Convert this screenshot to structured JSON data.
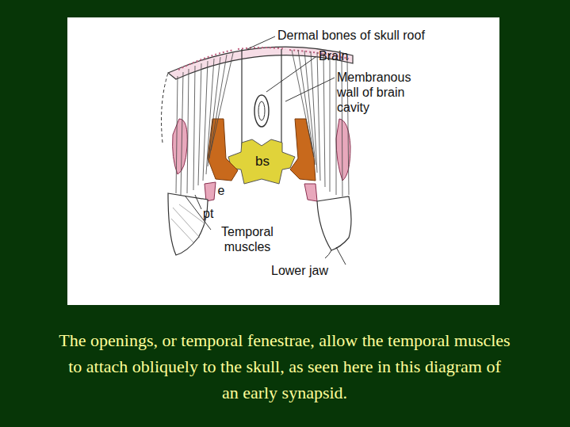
{
  "diagram": {
    "caption": "The openings, or temporal fenestrae, allow the temporal muscles to attach obliquely to the skull, as seen here in this diagram of an early synapsid.",
    "labels": [
      "Dermal bones of skull roof",
      "Brain",
      "Membranous wall of brain cavity",
      "bs",
      "e",
      "pt",
      "Temporal muscles",
      "Lower jaw"
    ]
  }
}
